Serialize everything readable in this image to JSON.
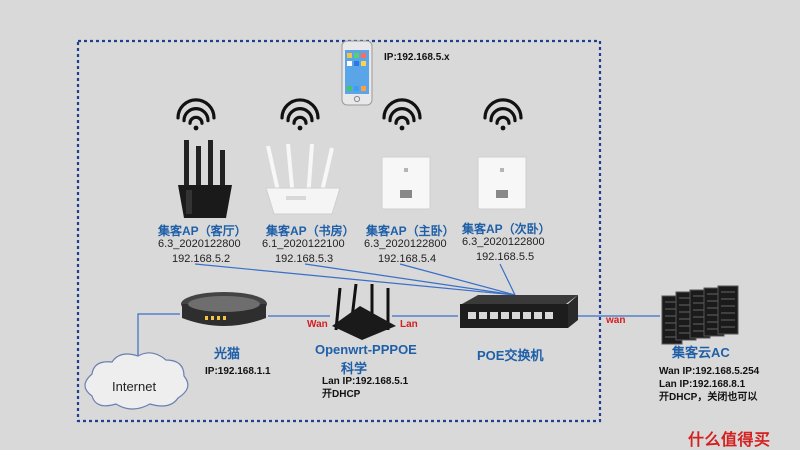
{
  "phone": {
    "ip": "IP:192.168.5.x"
  },
  "aps": [
    {
      "name": "集客AP（客厅）",
      "version": "6.3_2020122800",
      "ip": "192.168.5.2"
    },
    {
      "name": "集客AP（书房）",
      "version": "6.1_2020122100",
      "ip": "192.168.5.3"
    },
    {
      "name": "集客AP（主卧）",
      "version": "6.3_2020122800",
      "ip": "192.168.5.4"
    },
    {
      "name": "集客AP（次卧）",
      "version": "6.3_2020122800",
      "ip": "192.168.5.5"
    }
  ],
  "modem": {
    "label": "光猫",
    "ip": "IP:192.168.1.1"
  },
  "internet": {
    "label": "Internet"
  },
  "router": {
    "label_line1": "Openwrt-PPPOE",
    "label_line2": "科学",
    "lan_ip": "Lan IP:192.168.5.1",
    "dhcp": "开DHCP",
    "wan_tag": "Wan",
    "lan_tag": "Lan"
  },
  "switch": {
    "label": "POE交换机"
  },
  "ac": {
    "label": "集客云AC",
    "wan_tag": "wan",
    "wan_ip": "Wan IP:192.168.5.254",
    "lan_ip": "Lan IP:192.168.8.1",
    "dhcp": "开DHCP，关闭也可以"
  },
  "watermark": "什么值得买",
  "colors": {
    "line": "#3a6fc8",
    "label_blue": "#1f5fa8",
    "tag_red": "#d32020",
    "frame": "#1f3f8f"
  }
}
